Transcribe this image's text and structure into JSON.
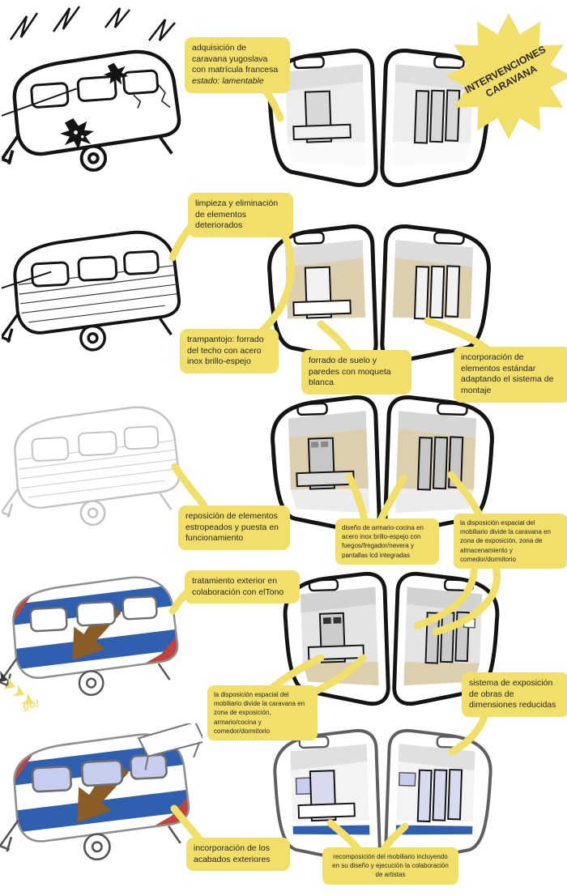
{
  "palette": {
    "accent_yellow": "#F2DF6A",
    "ink": "#141414",
    "tan": "#DBCFAE",
    "blue": "#2F5FAE",
    "red": "#C0443D",
    "brown": "#8A5C26",
    "lavender": "#C7CDEE",
    "gray_line": "#9A9A9A"
  },
  "badge": {
    "label": "INTERVENCIONES CARAVANA"
  },
  "go_label": "go!",
  "callouts": {
    "adquisicion": {
      "text": "adquisición de caravana yugoslava con matrícula francesa",
      "emphasis": "estado: lamentable"
    },
    "limpieza": {
      "text": "limpieza y eliminación de elementos deteriorados"
    },
    "trampantojo": {
      "text": "trampantojo: forrado del techo con acero inox brillo-espejo"
    },
    "forrado": {
      "text": "forrado de suelo y paredes con moqueta blanca"
    },
    "incorporacion_estandar": {
      "text": "incorporación de elementos estándar adaptando el sistema de montaje"
    },
    "reposicion": {
      "text": "reposición de elementos estropeados y puesta en funcionamiento"
    },
    "armario_cocina": {
      "text": "diseño de armario-cocina en acero inox brillo-espejo con fuegos/fregador/nevera y pantallas lcd integradas"
    },
    "disposicion_1": {
      "text": "la disposición espacial del mobiliario divide la caravana en zona de exposición, zona de almacenamiento y comedor/dormitorio"
    },
    "tratamiento": {
      "text": "tratamiento exterior en colaboración con elTono"
    },
    "disposicion_2": {
      "text": "la disposición espacial del mobiliario divide la caravana en zona de exposición, armario/cocina y comedor/dormitorio"
    },
    "sistema_exposicion": {
      "text": "sistema de exposición de obras de dimensiones reducidas"
    },
    "acabados": {
      "text": "incorporación de los acabados exteriores"
    },
    "recomposicion": {
      "text": "recomposición del mobiliario incluyendo en su diseño y ejecución la colaboración de artistas"
    }
  }
}
